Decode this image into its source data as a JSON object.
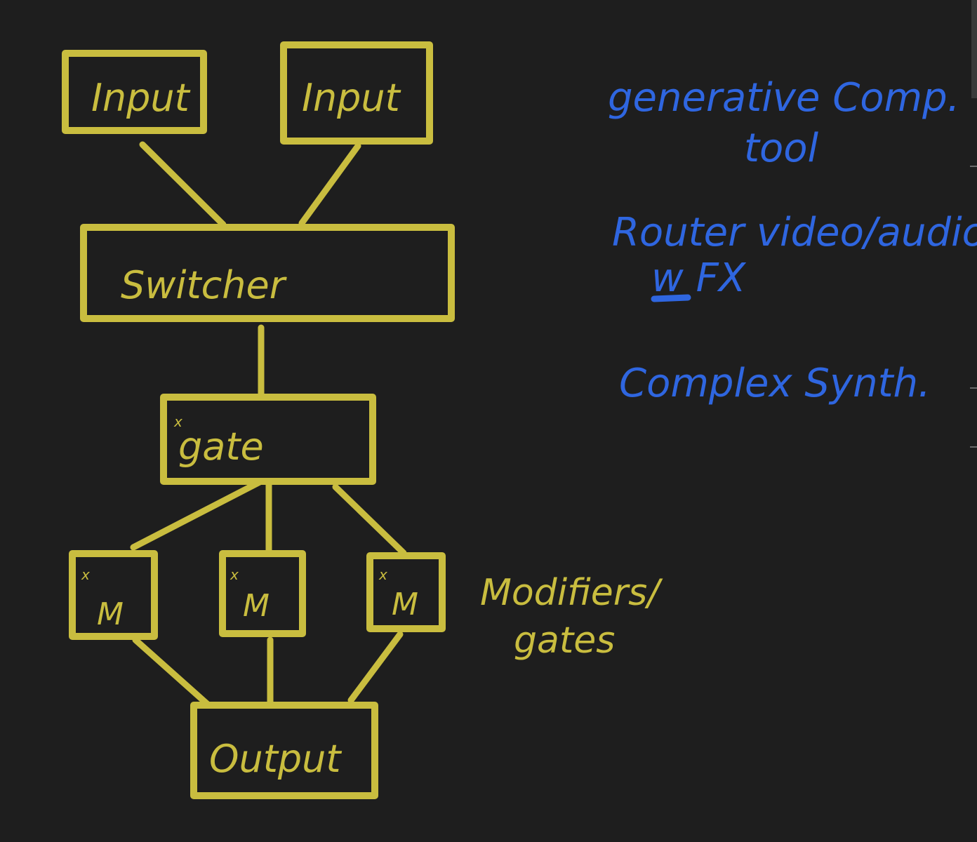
{
  "colors": {
    "background": "#1e1e1e",
    "diagram": "#c9bd3f",
    "notes": "#2f66e0"
  },
  "nodes": {
    "input_left": {
      "label": "Input"
    },
    "input_right": {
      "label": "Input"
    },
    "switcher": {
      "label": "Switcher"
    },
    "gate": {
      "label": "gate",
      "mark": "x"
    },
    "mod_left": {
      "label": "M",
      "mark": "x"
    },
    "mod_mid": {
      "label": "M",
      "mark": "x"
    },
    "mod_right": {
      "label": "M",
      "mark": "x"
    },
    "output": {
      "label": "Output"
    }
  },
  "side_note": {
    "line1": "Modifiers/",
    "line2": "gates"
  },
  "notes": {
    "line1": "generative Comp.",
    "line2": "tool",
    "line3": "Router video/audio",
    "line4": "w FX",
    "line5": "Complex Synth."
  }
}
